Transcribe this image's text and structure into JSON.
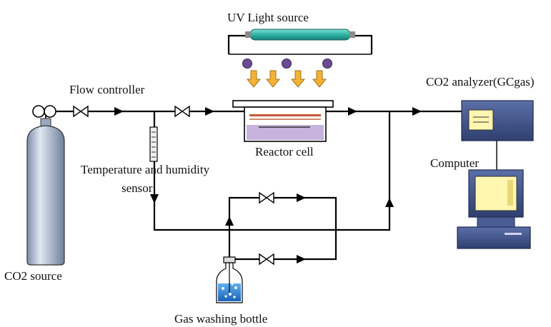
{
  "labels": {
    "uv_light_source": "UV Light source",
    "flow_controller": "Flow controller",
    "co2_analyzer": "CO2 analyzer(GCgas)",
    "reactor_cell": "Reactor cell",
    "computer": "Computer",
    "temp_humidity_line1": "Temperature and humidity",
    "temp_humidity_line2": "sensor",
    "co2_source": "CO2 source",
    "gas_washing_bottle": "Gas washing bottle"
  },
  "colors": {
    "uv_tube": "#2fb3a6",
    "uv_lamp_dot": "#6a4c93",
    "uv_arrow": "#f2b233",
    "reactor_liquid": "#c6b3dd",
    "reactor_film": "#c8583a",
    "cylinder": "#a9b8cc",
    "monitor_screen": "#fff6b0",
    "water": "#2c7fd6",
    "device_blue": "#3a4f8a"
  }
}
